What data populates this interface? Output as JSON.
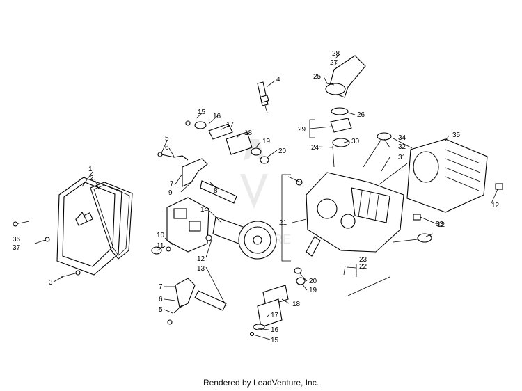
{
  "footer": "Rendered by LeadVenture, Inc.",
  "watermark": "VENTURE",
  "callouts": {
    "c1": "1",
    "c2": "2",
    "c3": "3",
    "c4": "4",
    "c5a": "5",
    "c5b": "5",
    "c6a": "6",
    "c6b": "6",
    "c7a": "7",
    "c7b": "7",
    "c8": "8",
    "c9": "9",
    "c10": "10",
    "c11": "11",
    "c12a": "12",
    "c12b": "12",
    "c12c": "12",
    "c12d": "12",
    "c13": "13",
    "c14": "14",
    "c15a": "15",
    "c15b": "15",
    "c16a": "16",
    "c16b": "16",
    "c17a": "17",
    "c17b": "17",
    "c18a": "18",
    "c18b": "18",
    "c19a": "19",
    "c19b": "19",
    "c20a": "20",
    "c20b": "20",
    "c21": "21",
    "c22": "22",
    "c23": "23",
    "c24": "24",
    "c25": "25",
    "c26": "26",
    "c27": "27",
    "c28": "28",
    "c29": "29",
    "c30": "30",
    "c31": "31",
    "c32": "32",
    "c33": "33",
    "c34": "34",
    "c35": "35",
    "c36": "36",
    "c37": "37"
  }
}
